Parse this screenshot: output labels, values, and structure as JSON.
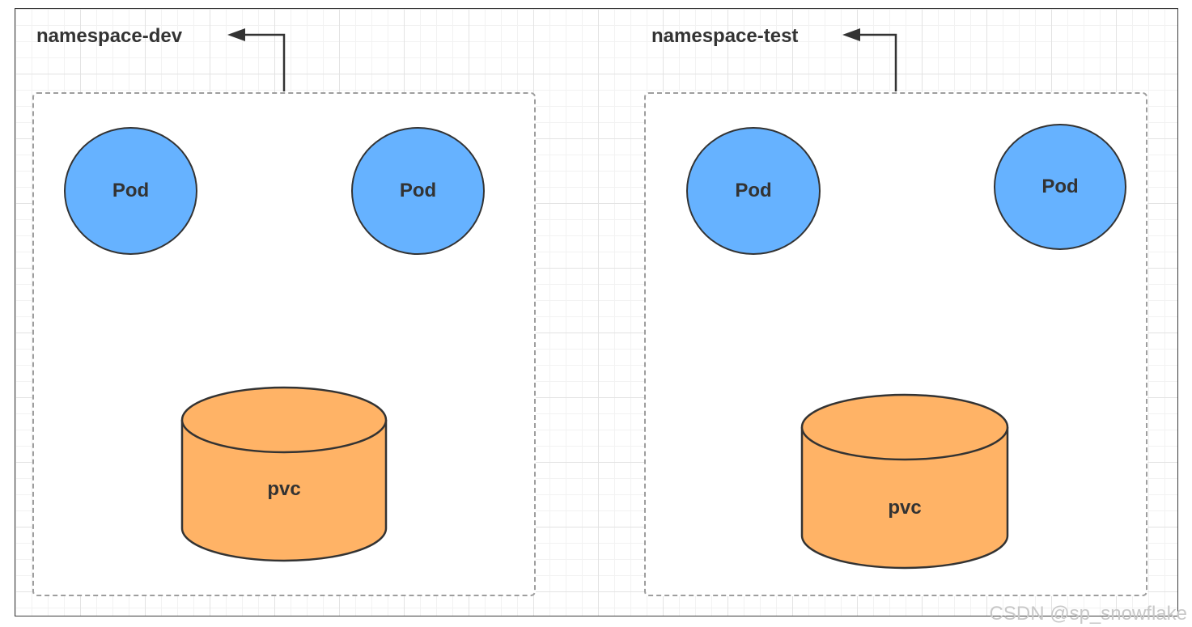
{
  "namespaces": [
    {
      "label": "namespace-dev",
      "pods": [
        {
          "label": "Pod"
        },
        {
          "label": "Pod"
        }
      ],
      "pvc": {
        "label": "pvc"
      }
    },
    {
      "label": "namespace-test",
      "pods": [
        {
          "label": "Pod"
        },
        {
          "label": "Pod"
        }
      ],
      "pvc": {
        "label": "pvc"
      }
    }
  ],
  "watermark": "CSDN @sp_snowflake",
  "colors": {
    "pod_fill": "#66b2ff",
    "pvc_fill": "#ffb366",
    "stroke": "#333333",
    "dashed_border": "#9e9e9e"
  }
}
